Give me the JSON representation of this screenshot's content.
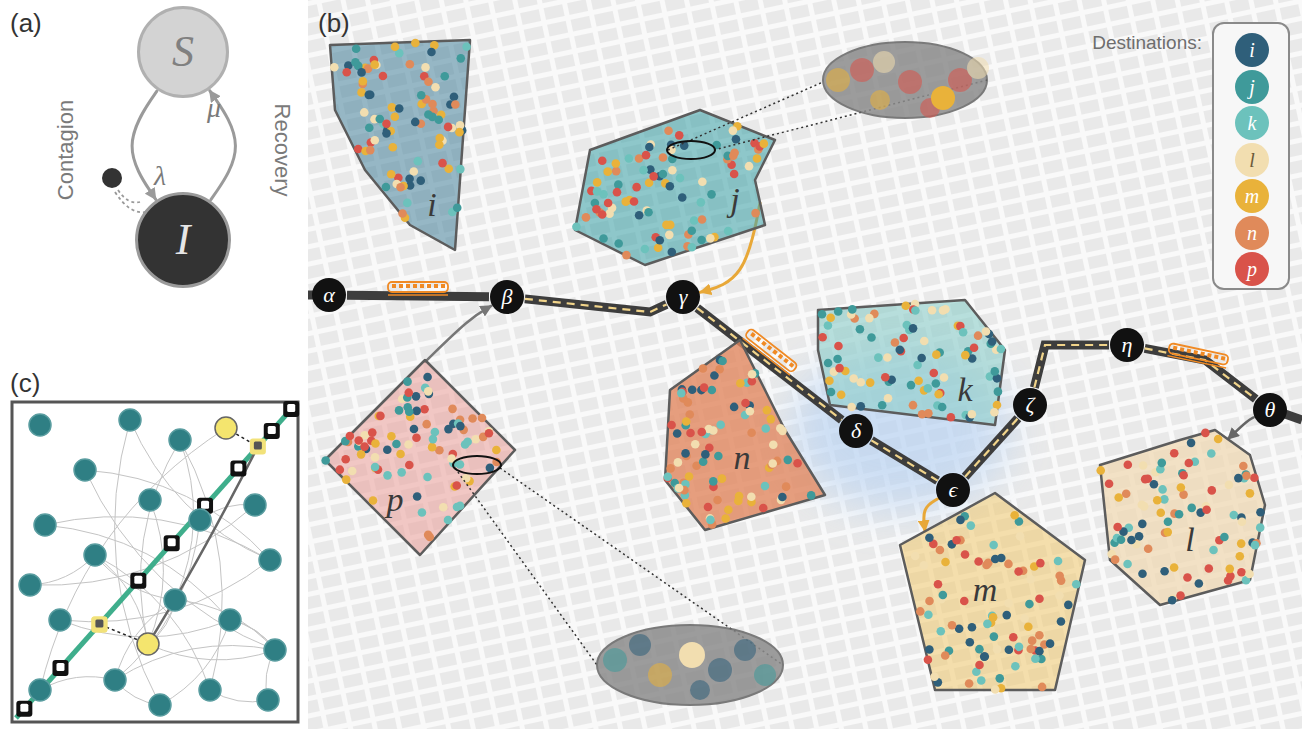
{
  "diagram": {
    "nodes": [
      {
        "text": [
          "S"
        ]
      },
      {
        "text": [
          "I"
        ]
      },
      {
        "text": [
          "i"
        ]
      },
      {
        "text": [
          "j"
        ]
      },
      {
        "text": [
          "α"
        ]
      },
      {
        "text": [
          "β"
        ]
      },
      {
        "text": [
          "γ"
        ]
      },
      {
        "text": [
          "δ"
        ]
      },
      {
        "text": [
          "ϵ"
        ]
      },
      {
        "text": [
          "ζ"
        ]
      },
      {
        "text": [
          "η"
        ]
      },
      {
        "text": [
          "θ"
        ]
      },
      {
        "text": [
          "k"
        ]
      },
      {
        "text": [
          "p"
        ]
      },
      {
        "text": [
          "n"
        ]
      },
      {
        "text": [
          "m"
        ]
      },
      {
        "text": [
          "l"
        ]
      }
    ],
    "edges": [
      {
        "from": 0,
        "to": 1,
        "arrow": "to"
      },
      {
        "from": 1,
        "to": 0,
        "arrow": "to"
      },
      {
        "from": 4,
        "to": 5,
        "arrow": "none"
      },
      {
        "from": 5,
        "to": 6,
        "arrow": "none"
      },
      {
        "from": 6,
        "to": 7,
        "arrow": "none"
      },
      {
        "from": 7,
        "to": 8,
        "arrow": "none"
      },
      {
        "from": 8,
        "to": 9,
        "arrow": "none"
      },
      {
        "from": 9,
        "to": 10,
        "arrow": "none"
      },
      {
        "from": 10,
        "to": 11,
        "arrow": "none"
      },
      {
        "from": 3,
        "to": 6,
        "arrow": "to"
      },
      {
        "from": 13,
        "to": 5,
        "arrow": "to"
      },
      {
        "from": 8,
        "to": 15,
        "arrow": "to"
      },
      {
        "from": 11,
        "to": 16,
        "arrow": "to"
      }
    ],
    "labels": [
      "(a)",
      "(b)",
      "(c)",
      "Contagion",
      "Recovery",
      "λ",
      "μ",
      "Destinations:"
    ],
    "legend": [
      {
        "text": "i",
        "color": "#2f5f7a"
      },
      {
        "text": "j",
        "color": "#3f9a9a"
      },
      {
        "text": "k",
        "color": "#6cc2bc"
      },
      {
        "text": "l",
        "color": "#f2deb0"
      },
      {
        "text": "m",
        "color": "#e9b23a"
      },
      {
        "text": "n",
        "color": "#e08a5a"
      },
      {
        "text": "p",
        "color": "#d9534a"
      }
    ]
  }
}
